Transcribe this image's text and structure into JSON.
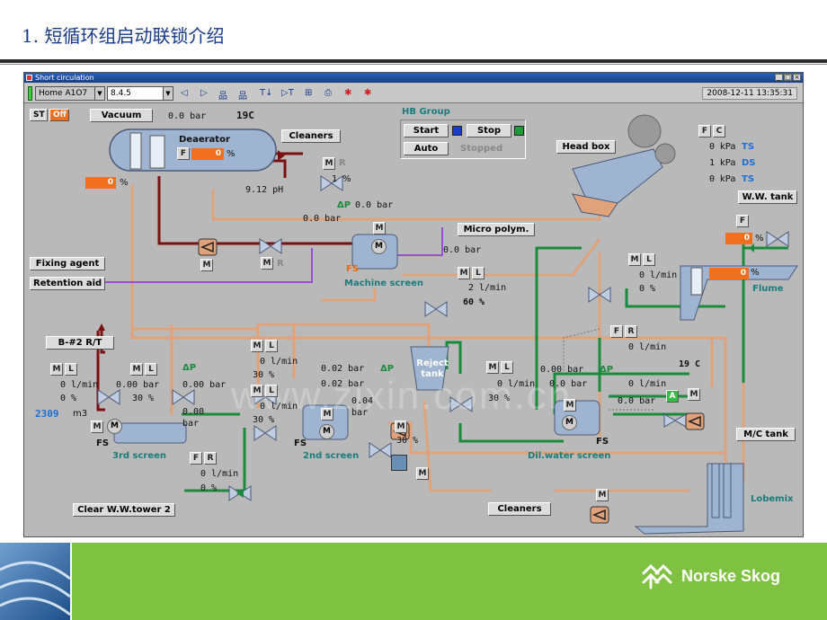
{
  "slide": {
    "title": "1. 短循环组启动联锁介绍"
  },
  "window": {
    "title": "Short circulation"
  },
  "toolbar": {
    "home": "Home A1O7",
    "version": "8.4.5",
    "datetime": "2008-12-11 13:35:31"
  },
  "labels": {
    "st": "ST",
    "off": "Off",
    "vacuum": "Vacuum",
    "vacuum_val": "0.0 bar",
    "temp": "19C",
    "deaerator": "Deaerator",
    "dea_f": "F",
    "dea_pct": "0",
    "pct": "%",
    "cleaners_top": "Cleaners",
    "left_pct_val": "0",
    "ph_m": "M",
    "ph_r": "R",
    "ph_pct": "1",
    "ph_val": "9.12 pH",
    "hb_group": "HB Group",
    "start": "Start",
    "stop": "Stop",
    "auto": "Auto",
    "stopped": "Stopped",
    "head_box": "Head box",
    "fc_f": "F",
    "fc_c": "C",
    "kpa1": "0",
    "kpa1_u": "kPa",
    "kpa1_t": "TS",
    "kpa2": "1",
    "kpa2_u": "kPa",
    "kpa2_t": "DS",
    "kpa3": "0",
    "kpa3_u": "kPa",
    "kpa3_t": "TS",
    "ww_tank": "W.W. tank",
    "ww_f": "F",
    "ww_pct": "0",
    "dp_label": "ΔP",
    "dp_val": "0.0 bar",
    "flow_bar": "0.0 bar",
    "micro_polym": "Micro polym.",
    "micro_val": "0.0 bar",
    "fixing_agent": "Fixing agent",
    "retention_aid": "Retention aid",
    "m": "M",
    "r": "R",
    "l": "L",
    "f": "F",
    "fs": "FS",
    "machine_screen": "Machine screen",
    "ml_flow": "2 l/min",
    "ml_pct": "60 %",
    "flume_ml_flow": "0 l/min",
    "flume_ml_pct": "0 %",
    "flume": "Flume",
    "flume_pct": "0",
    "b2rt": "B-#2 R/T",
    "s3_flow": "0 l/min",
    "s3_pct": "0 %",
    "s3_total": "2309",
    "s3_unit": "m3",
    "s3_ml_bar": "0.00 bar",
    "s3_ml_pct": "30 %",
    "s3_dp": "ΔP",
    "s3_dp_val": "0.00 bar",
    "s3_bar2": "0.00 bar",
    "third_screen": "3rd screen",
    "s2_flow1": "0 l/min",
    "s2_pct1": "30 %",
    "s2_flow2": "0 l/min",
    "s2_pct2": "30 %",
    "s2_bar1": "0.02 bar",
    "s2_dp": "ΔP",
    "s2_bar2": "0.02 bar",
    "s2_bar3": "0.04 bar",
    "second_screen": "2nd screen",
    "reject_tank": "Reject tank",
    "rt_pct": "30 %",
    "dil_flow": "0 l/min",
    "dil_pct": "30 %",
    "dil_bar1": "0.00 bar",
    "dil_dp": "ΔP",
    "dil_bar2": "0.0 bar",
    "dil_bar3": "0.0 bar",
    "fr_flow": "0 l/min",
    "fr_temp": "19 C",
    "fr_flow2": "0 l/min",
    "fr_bar": "0.0 bar",
    "a": "A",
    "dil_screen": "Dil.water screen",
    "fr2_flow": "0 l/min",
    "fr2_pct": "0 %",
    "clear_ww": "Clear W.W.tower 2",
    "cleaners_bottom": "Cleaners",
    "mc_tank": "M/C tank",
    "lobemix": "Lobemix"
  },
  "footer": {
    "brand": "Norske Skog"
  },
  "colors": {
    "pipe_orange": "#e0a27a",
    "pipe_green": "#1c8a3c",
    "pipe_red": "#7a1010",
    "pipe_purple": "#9a4fd0",
    "pipe_blue": "#9bb4d8",
    "accent_orange": "#f07020"
  }
}
